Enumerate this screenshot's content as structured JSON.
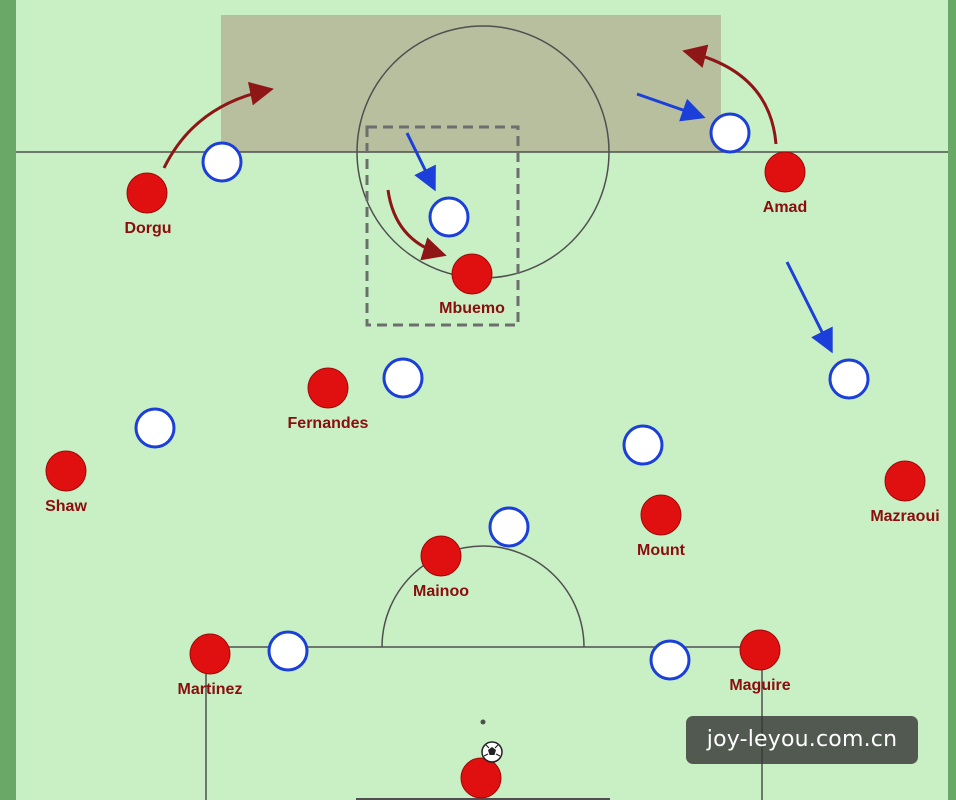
{
  "colors": {
    "pitch": "#c8f0c4",
    "border": "#6aa867",
    "line": "#4f4f4f",
    "zone": "#b4b698",
    "red_player": "#e01010",
    "red_label": "#8b0d0d",
    "blue_arrow": "#1b3fd8",
    "red_arrow": "#8e1616"
  },
  "players": {
    "dorgu": "Dorgu",
    "mbuemo": "Mbuemo",
    "amad": "Amad",
    "fernandes": "Fernandes",
    "shaw": "Shaw",
    "mount": "Mount",
    "mazraoui": "Mazraoui",
    "mainoo": "Mainoo",
    "martinez": "Martinez",
    "maguire": "Maguire"
  },
  "watermark": "joy-leyou.com.cn"
}
